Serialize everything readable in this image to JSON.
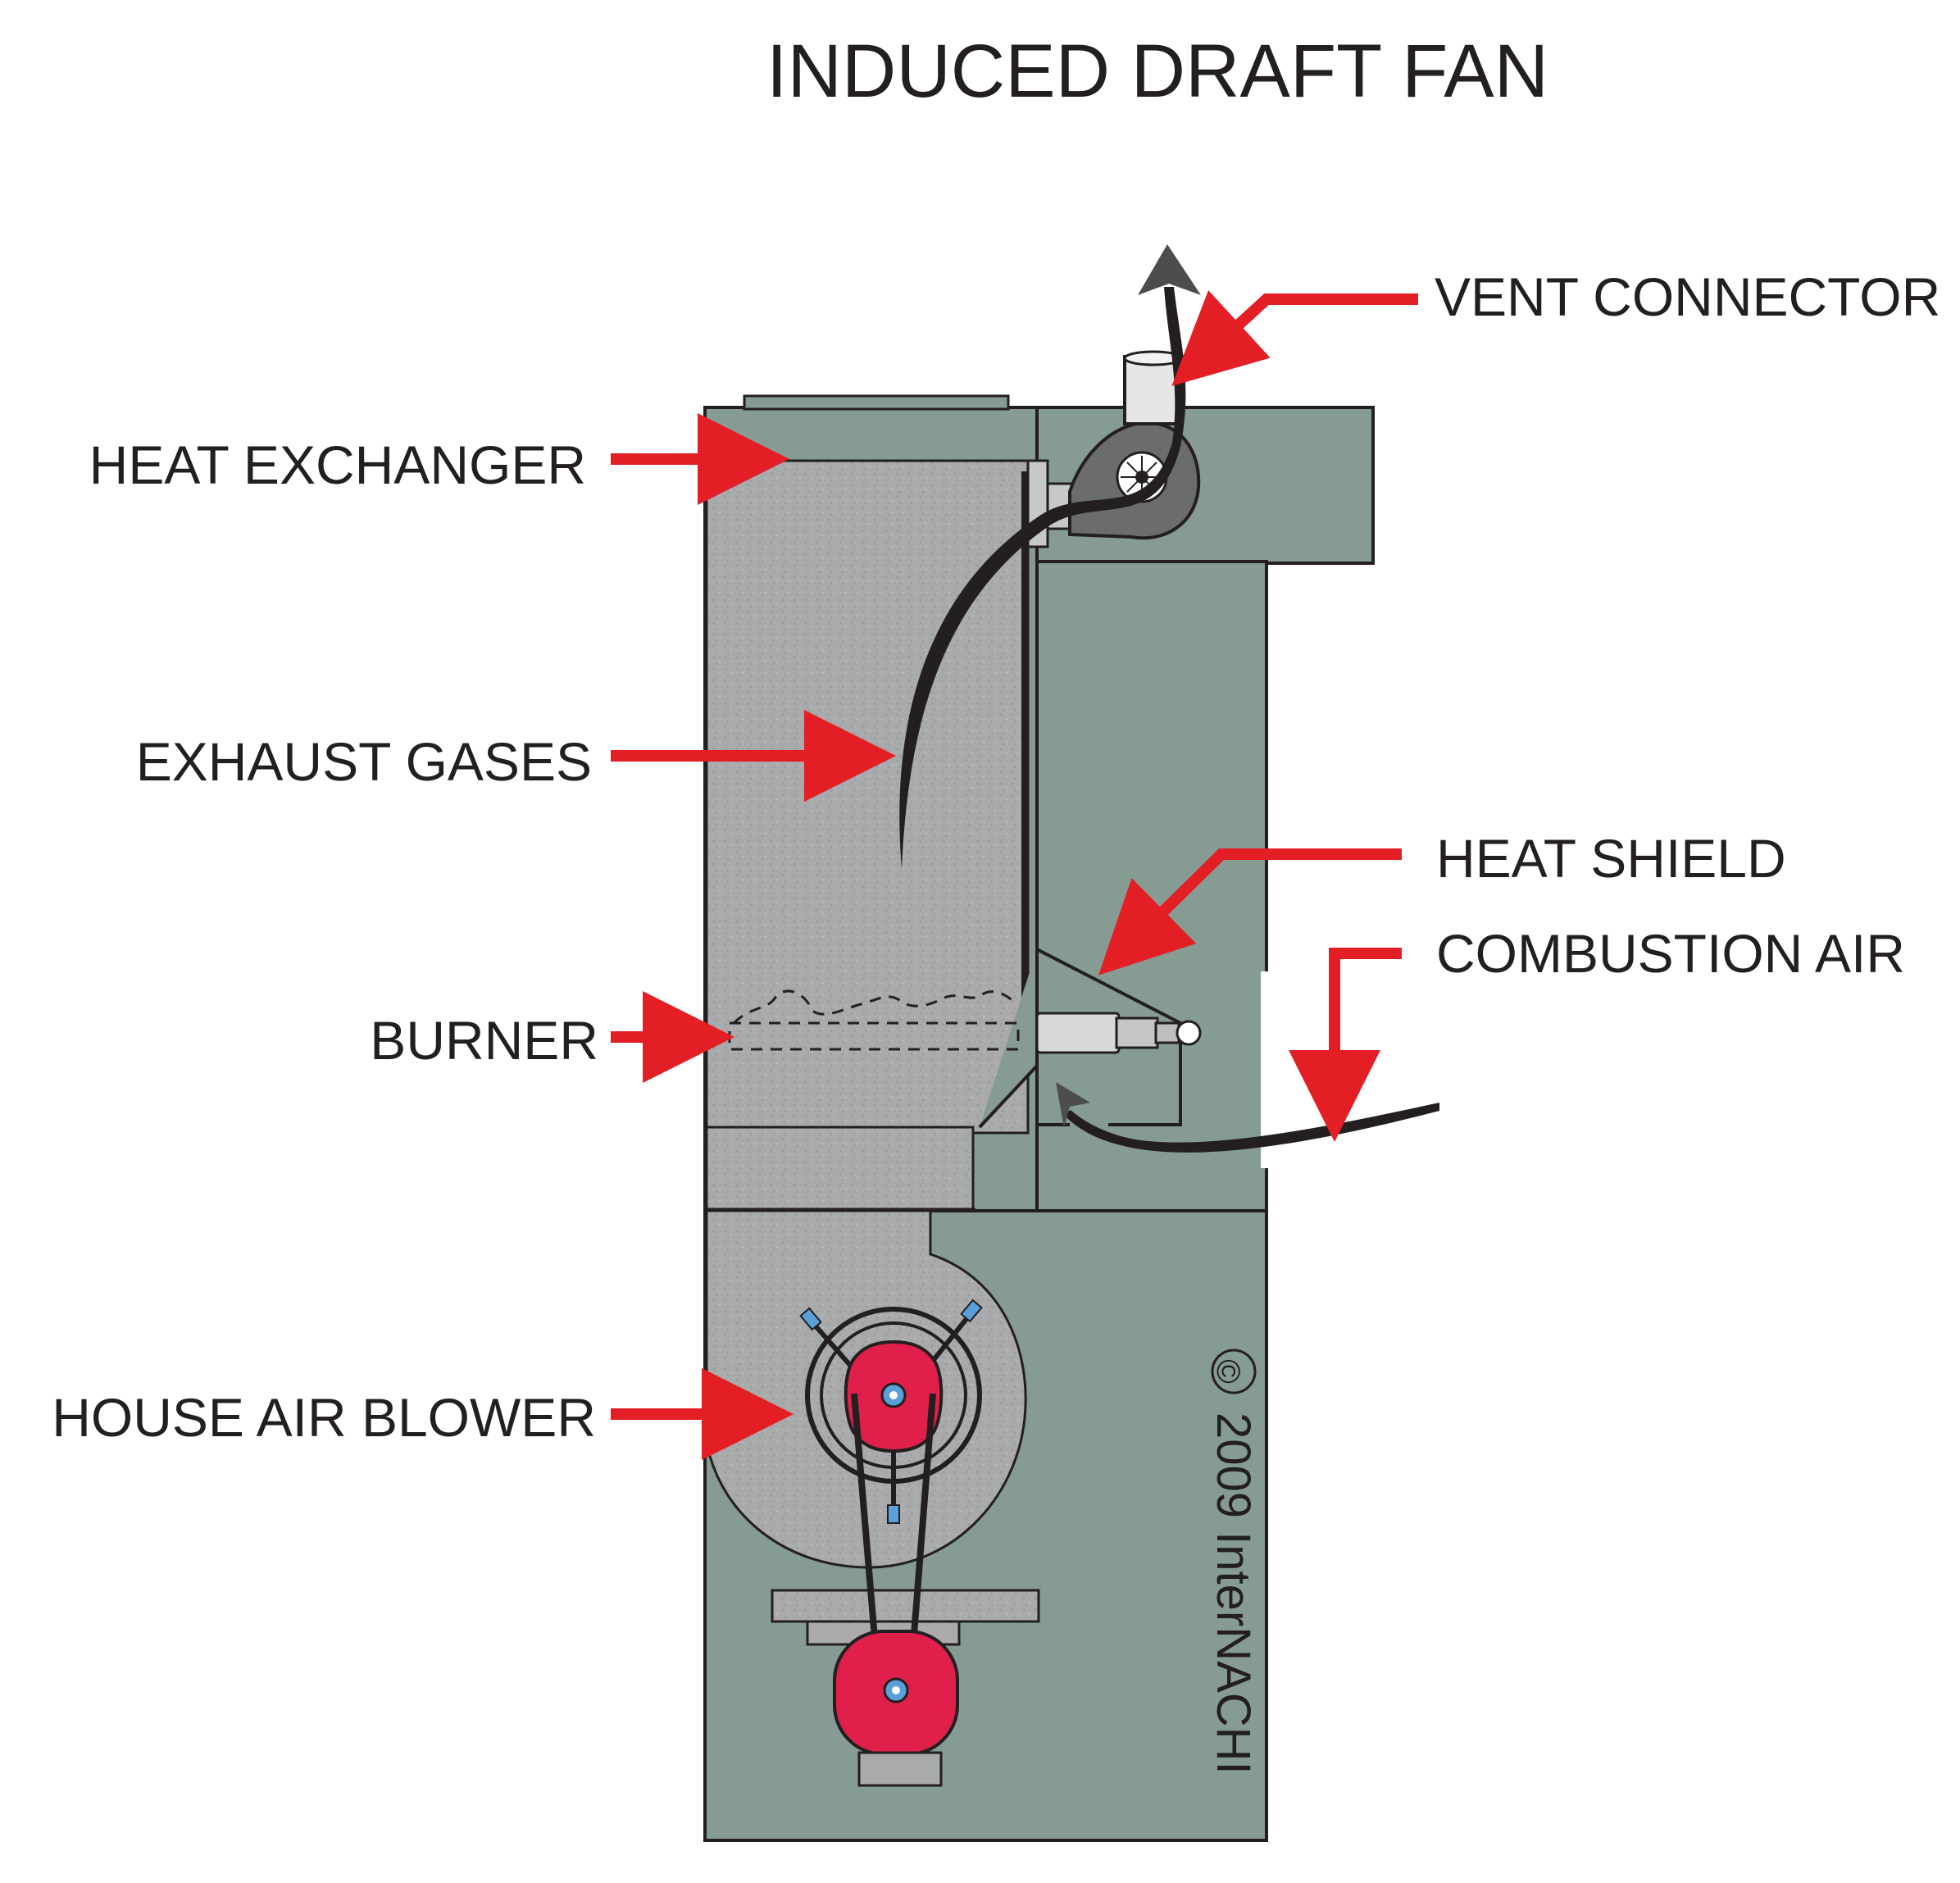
{
  "title": "INDUCED DRAFT FAN",
  "labels": {
    "vent_connector": "VENT CONNECTOR",
    "heat_exchanger": "HEAT EXCHANGER",
    "exhaust_gases": "EXHAUST GASES",
    "heat_shield": "HEAT SHIELD",
    "combustion_air": "COMBUSTION AIR",
    "burner": "BURNER",
    "house_air_blower": "HOUSE AIR BLOWER"
  },
  "copyright": {
    "symbol": "©",
    "text": "2009 InterNACHI"
  },
  "colors": {
    "cabinet_green": "#869b91",
    "exchanger_gray": "#a9aaab",
    "arrow_red": "#e31e24",
    "pulley_red": "#e0204a",
    "outline": "#231f20",
    "flow_arrow": "#3a3a3c"
  }
}
